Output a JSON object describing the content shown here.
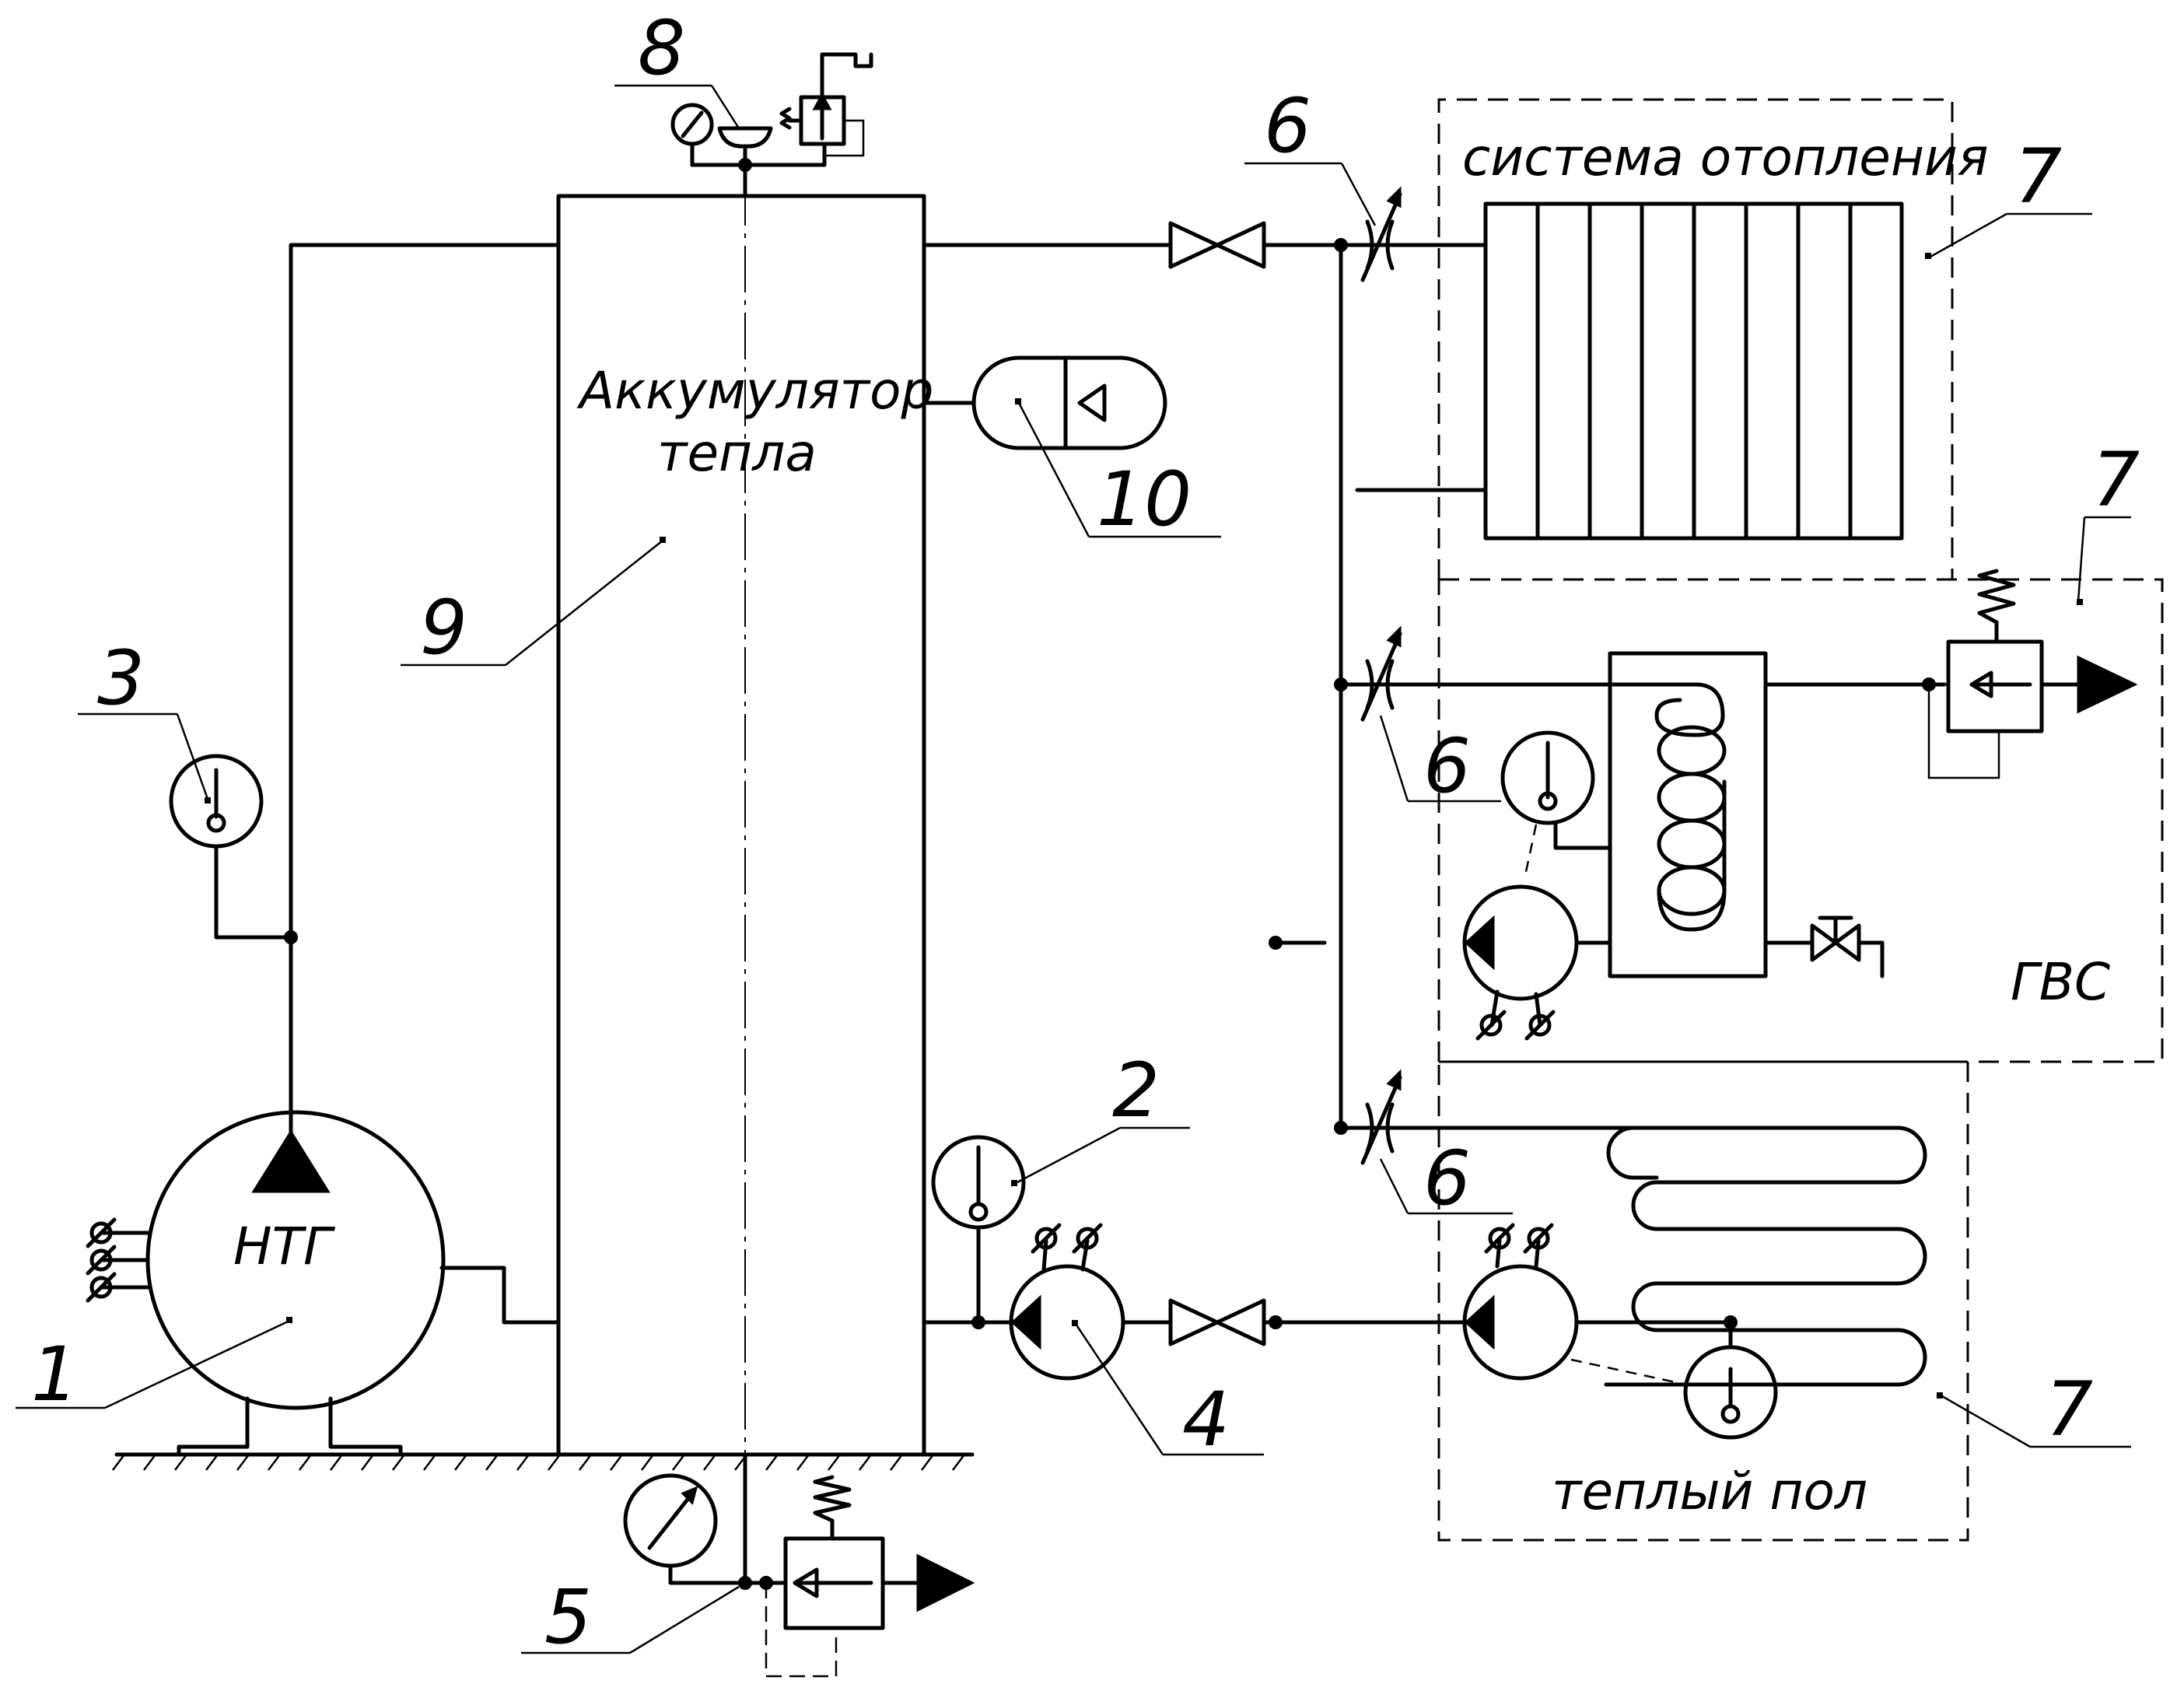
{
  "labels": {
    "accumulator_line1": "Аккумулятор",
    "accumulator_line2": "тепла",
    "boiler": "НТГ",
    "heating_system": "система отопления",
    "hot_water": "ГВС",
    "floor_heating": "теплый пол"
  },
  "callouts": {
    "n1": "1",
    "n2": "2",
    "n3": "3",
    "n4": "4",
    "n5": "5",
    "n6a": "6",
    "n6b": "6",
    "n6c": "6",
    "n7a": "7",
    "n7b": "7",
    "n7c": "7",
    "n8": "8",
    "n9": "9",
    "n10": "10"
  }
}
